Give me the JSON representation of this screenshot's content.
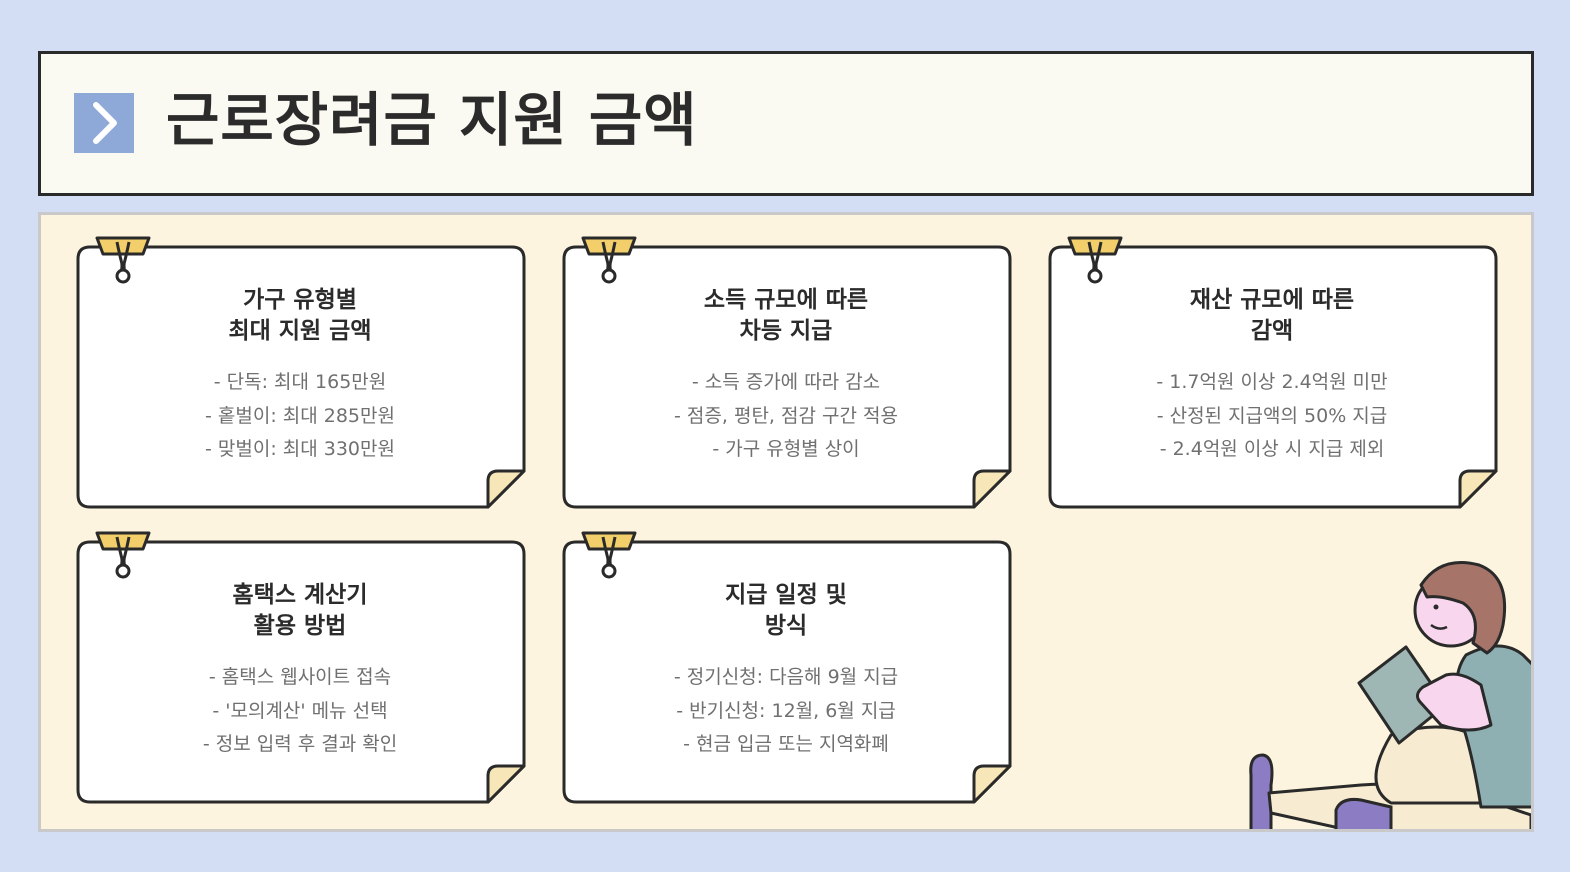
{
  "header": {
    "title": "근로장려금 지원 금액",
    "icon": "chevron-right-icon",
    "accent_color": "#8ea8d8"
  },
  "cards": [
    {
      "heading_line1": "가구 유형별",
      "heading_line2": "최대 지원 금액",
      "items": [
        "- 단독: 최대 165만원",
        "- 홑벌이: 최대 285만원",
        "- 맞벌이: 최대 330만원"
      ]
    },
    {
      "heading_line1": "소득 규모에 따른",
      "heading_line2": "차등 지급",
      "items": [
        "- 소득 증가에 따라 감소",
        "- 점증, 평탄, 점감 구간 적용",
        "- 가구 유형별 상이"
      ]
    },
    {
      "heading_line1": "재산 규모에 따른",
      "heading_line2": "감액",
      "items": [
        "- 1.7억원 이상 2.4억원 미만",
        "- 산정된 지급액의 50% 지급",
        "- 2.4억원 이상 시 지급 제외"
      ]
    },
    {
      "heading_line1": "홈택스 계산기",
      "heading_line2": "활용 방법",
      "items": [
        "- 홈택스 웹사이트 접속",
        "- '모의계산' 메뉴 선택",
        "- 정보 입력 후 결과 확인"
      ]
    },
    {
      "heading_line1": "지급 일정 및",
      "heading_line2": "방식",
      "items": [
        "- 정기신청: 다음해 9월 지급",
        "- 반기신청: 12월, 6월 지급",
        "- 현금 입금 또는 지역화폐"
      ]
    }
  ]
}
